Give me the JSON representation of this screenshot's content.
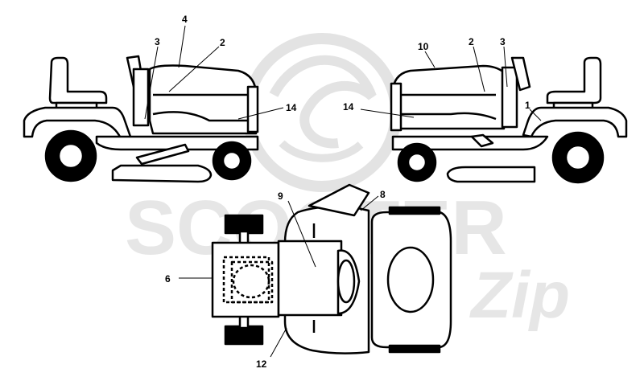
{
  "watermark": {
    "brand": "SCOOTER",
    "script": "Zip"
  },
  "callouts": {
    "left": [
      "4",
      "3",
      "2",
      "14"
    ],
    "right": [
      "10",
      "2",
      "3",
      "1",
      "14"
    ],
    "bottom": [
      "9",
      "8",
      "6",
      "12"
    ]
  },
  "colors": {
    "line": "#000000",
    "watermark": "#e3e3e3",
    "tire": "#000000"
  }
}
